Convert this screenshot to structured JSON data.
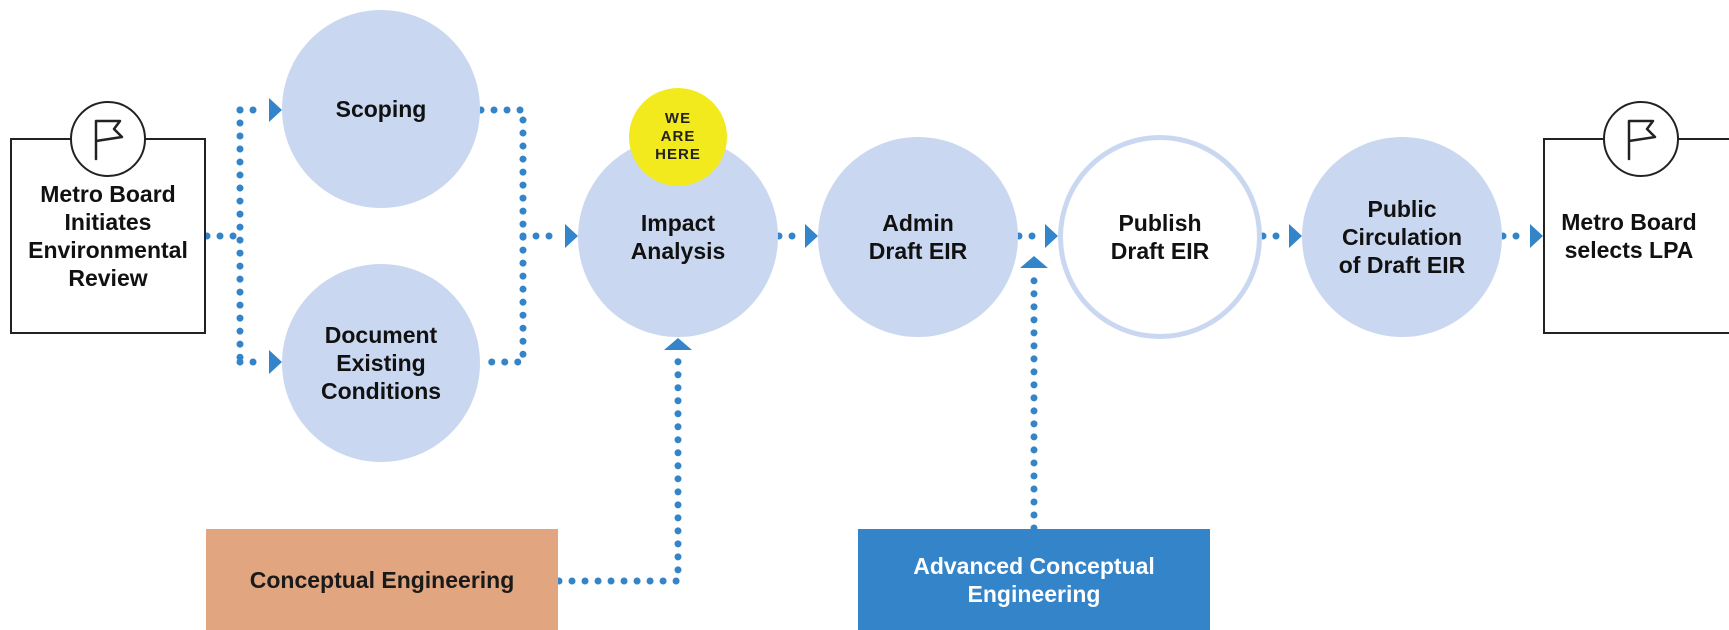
{
  "colors": {
    "circle_fill": "#c9d8f0",
    "dots": "#3384c8",
    "you_are_here": "#f2ea1c",
    "conceptual_engineering": "#e1a57f",
    "advanced_conceptual_engineering": "#3384c8"
  },
  "icons": {
    "milestone": "flag-icon"
  },
  "start": {
    "label": "Metro Board\nInitiates\nEnvironmental\nReview"
  },
  "steps": {
    "scoping": "Scoping",
    "existing_conditions": "Document\nExisting\nConditions",
    "impact_analysis": "Impact\nAnalysis",
    "admin_draft": "Admin\nDraft EIR",
    "publish_draft": "Publish\nDraft EIR",
    "public_circulation": "Public\nCirculation\nof Draft EIR"
  },
  "we_are_here": "WE\nARE\nHERE",
  "end": {
    "label": "Metro Board\nselects LPA"
  },
  "inputs": {
    "conceptual_engineering": "Conceptual Engineering",
    "advanced_conceptual_engineering": "Advanced Conceptual\nEngineering"
  }
}
